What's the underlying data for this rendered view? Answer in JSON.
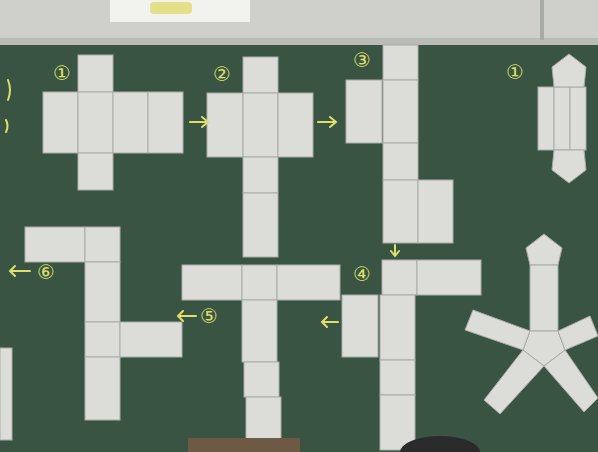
{
  "diagram": {
    "labels": [
      "①",
      "②",
      "③",
      "①",
      "④",
      "⑤",
      "⑥"
    ]
  }
}
